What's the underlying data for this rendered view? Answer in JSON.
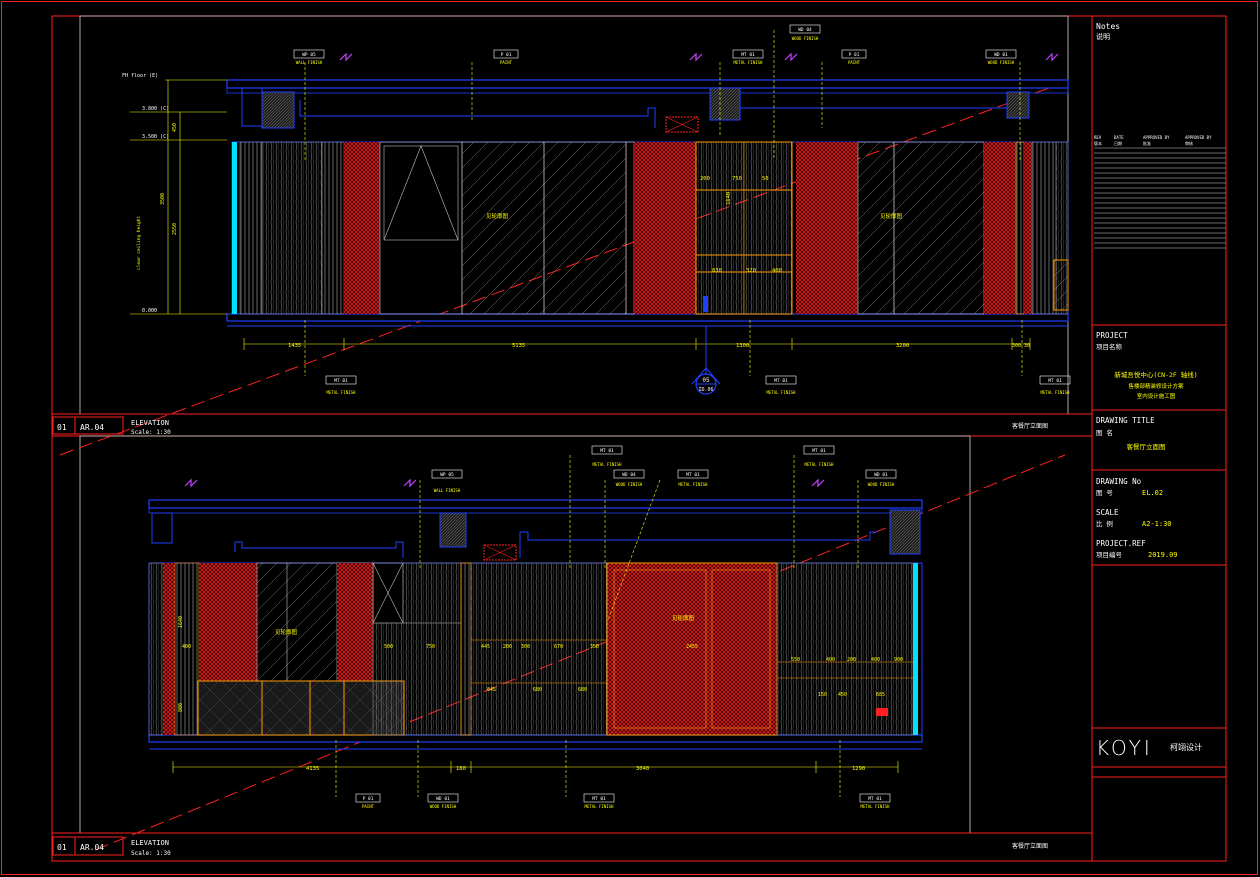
{
  "titleblock": {
    "notes_label": "Notes",
    "notes_cn": "说明",
    "rev_headers": [
      "REV",
      "DATE",
      "APPROVED BY",
      "APPROVED BY"
    ],
    "rev_headers_cn": [
      "版本",
      "日期",
      "批准",
      "审核"
    ],
    "project_label": "PROJECT",
    "project_cn": "项目名称",
    "project_name_1": "新城吾悦中心(CN-2F 轴线)",
    "project_name_2": "售楼部精装修设计方案",
    "project_name_3": "室内设计施工图",
    "drawing_title_label": "DRAWING  TITLE",
    "drawing_title_cn": "图  名",
    "drawing_title_value": "客餐厅立面图",
    "drawing_no_label": "DRAWING No",
    "drawing_no_cn": "图  号",
    "drawing_no_value": "EL.02",
    "scale_label": "SCALE",
    "scale_cn": "比  例",
    "scale_value": "A2-1:30",
    "projectref_label": "PROJECT.REF",
    "projectref_cn": "项目编号",
    "projectref_value": "2019.09",
    "logo": "KOYI",
    "logo_cn": "柯翊设计"
  },
  "elevation_top": {
    "no": "01",
    "ref": "AR.04",
    "title": "ELEVATION",
    "scale": "Scale:  1:30",
    "name_cn": "客餐厅立面图",
    "dims_bottom": [
      "1435",
      "5135",
      "1300",
      "3200",
      "300 30"
    ],
    "dims_left": [
      "450",
      "2550",
      "3500"
    ],
    "levels": [
      "FH floor  (E)",
      "3.800 (C)",
      "3.500 (C)",
      "0.000"
    ],
    "inner_dims_row1": [
      "200",
      "750",
      "50"
    ],
    "inner_dims_row2": [
      "830",
      "320",
      "400"
    ],
    "inner_height": "1640",
    "section_mark_top": "05",
    "section_mark_bottom": "ID.06",
    "left_vertical_note": "clear ceiling height",
    "callouts_top": [
      {
        "code": "WP 05",
        "text": "WALL FINISH"
      },
      {
        "code": "P 01",
        "text": "PAINT"
      },
      {
        "code": "MT 01",
        "text": "METAL FINISH"
      },
      {
        "code": "WD 04",
        "text": "WOOD FINISH"
      },
      {
        "code": "P 01",
        "text": "PAINT"
      },
      {
        "code": "WD 01",
        "text": "WOOD FINISH"
      }
    ],
    "callouts_bottom": [
      {
        "code": "MT 01",
        "text": "METAL FINISH"
      },
      {
        "code": "MT 01",
        "text": "METAL FINISH"
      },
      {
        "code": "MT 01",
        "text": "METAL FINISH"
      }
    ],
    "inline_notes": [
      "见轮廓图",
      "见轮廓图"
    ]
  },
  "elevation_bottom": {
    "no": "01",
    "ref": "AR.04",
    "title": "ELEVATION",
    "scale": "Scale:  1:30",
    "name_cn": "客餐厅立面图",
    "dims_bottom": [
      "4135",
      "180",
      "3040",
      "1290"
    ],
    "dims_row1": [
      "400",
      "500",
      "750",
      "445",
      "200",
      "300",
      "670",
      "350",
      "2455",
      "550",
      "400",
      "200",
      "400",
      "900"
    ],
    "dims_row2": [
      "845",
      "680",
      "680",
      "150",
      "450",
      "685"
    ],
    "dims_left": [
      "1640",
      "800"
    ],
    "callouts_top": [
      {
        "code": "WP 05",
        "text": "WALL FINISH"
      },
      {
        "code": "MT 01",
        "text": "METAL FINISH"
      },
      {
        "code": "WD 04",
        "text": "WOOD FINISH"
      },
      {
        "code": "MT 01",
        "text": "METAL FINISH"
      },
      {
        "code": "MT 01",
        "text": "METAL FINISH"
      },
      {
        "code": "WD 01",
        "text": "WOOD FINISH"
      }
    ],
    "callouts_bottom": [
      {
        "code": "P 01",
        "text": "PAINT"
      },
      {
        "code": "WD 01",
        "text": "WOOD FINISH"
      },
      {
        "code": "MT 01",
        "text": "METAL FINISH"
      },
      {
        "code": "MT 01",
        "text": "METAL FINISH"
      }
    ],
    "inline_notes": [
      "见轮廓图",
      "见轮廓图"
    ]
  },
  "colors": {
    "frame": "#ff2020",
    "line_yellow": "#ffff00",
    "line_blue": "#2040ff",
    "hatch_red": "#d01818",
    "cyan": "#00e0ff",
    "white": "#ffffff",
    "magenta": "#c040ff"
  }
}
